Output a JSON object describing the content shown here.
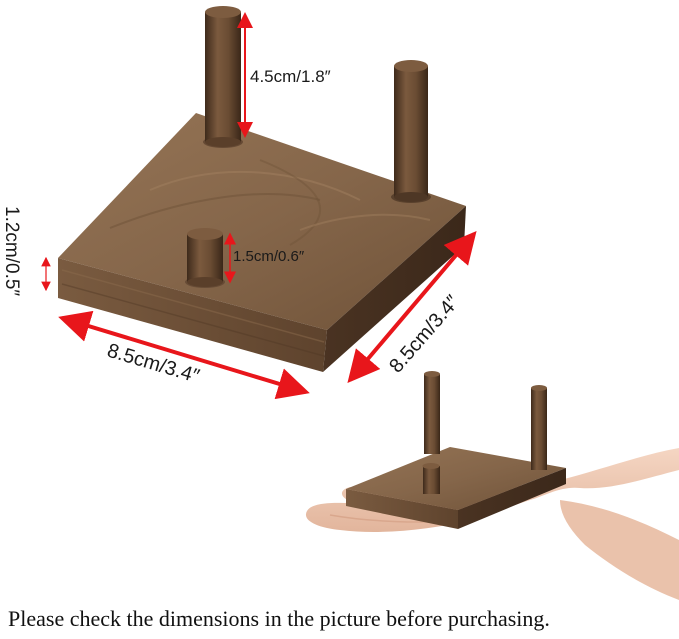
{
  "dimensions": {
    "tall_peg_height": "4.5cm/1.8″",
    "short_peg_height": "1.5cm/0.6″",
    "base_thickness": "1.2cm/0.5″",
    "base_width": "8.5cm/3.4″",
    "base_depth": "8.5cm/3.4″"
  },
  "caption": "Please check the dimensions in the picture before purchasing.",
  "colors": {
    "arrow": "#e8161b",
    "wood_top": "#8a6a4c",
    "wood_front": "#6b4e36",
    "wood_side": "#4e3725",
    "skin": "#f1cdb8"
  }
}
